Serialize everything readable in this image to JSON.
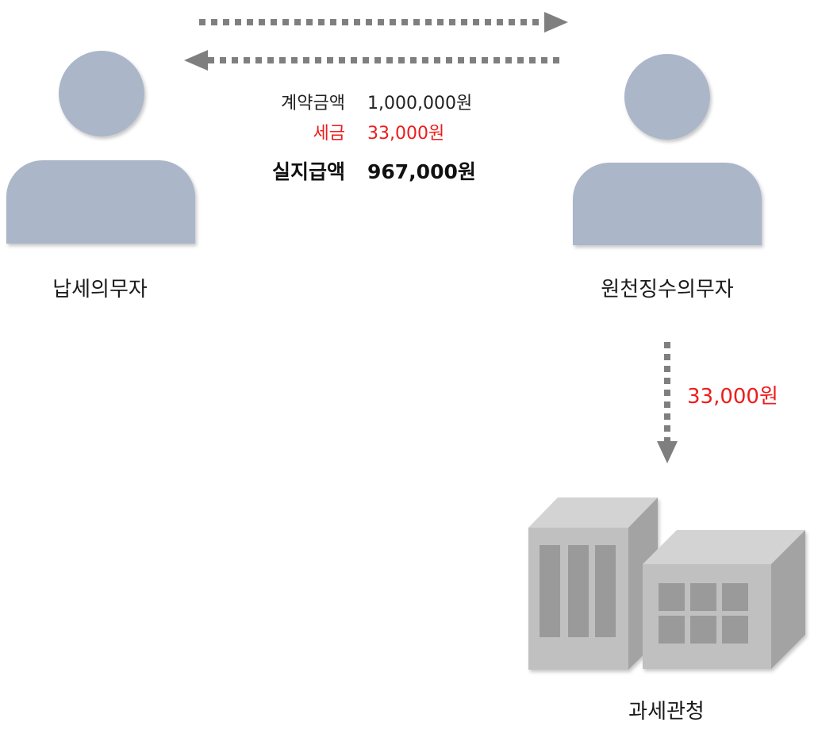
{
  "nodes": {
    "taxpayer": {
      "label": "납세의무자",
      "icon": "person-icon"
    },
    "withholder": {
      "label": "원천징수의무자",
      "icon": "person-icon"
    },
    "tax_office": {
      "label": "과세관청",
      "icon": "building-icon"
    }
  },
  "amounts": {
    "contract": {
      "key": "계약금액",
      "value": "1,000,000원"
    },
    "tax": {
      "key": "세금",
      "value": "33,000원"
    },
    "net": {
      "key": "실지급액",
      "value": "967,000원"
    }
  },
  "down_flow": {
    "amount": "33,000원"
  },
  "colors": {
    "person": "#abb6c9",
    "arrow": "#7f7f7f",
    "tax_red": "#ee1c1c",
    "building_front": "#c0c0c0",
    "building_top": "#d3d3d3",
    "building_side": "#a3a3a3",
    "building_window": "#9a9a9a"
  }
}
